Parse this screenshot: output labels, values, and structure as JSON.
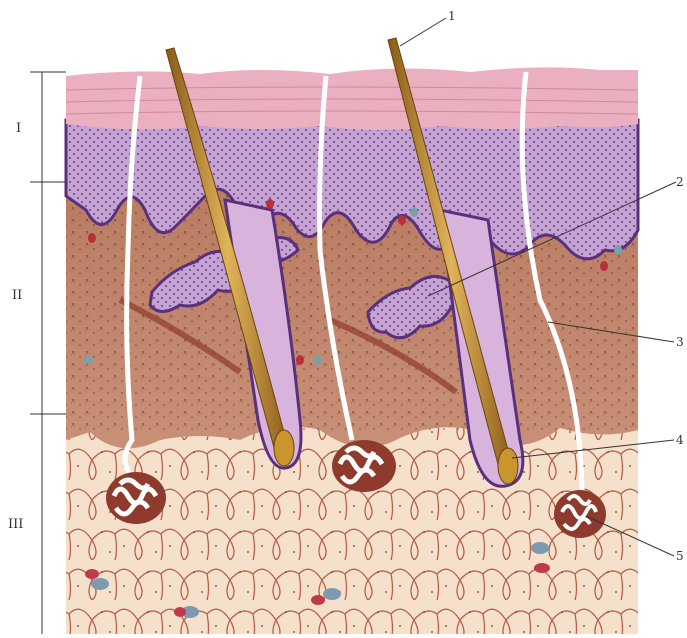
{
  "figure": {
    "layer_labels": [
      "I",
      "II",
      "III"
    ],
    "callout_labels": [
      "1",
      "2",
      "3",
      "4",
      "5"
    ],
    "colors": {
      "stratum_corneum": "#e8a8b8",
      "epidermis_basal": "#6a3f8c",
      "epidermis_spinous": "#b894c8",
      "dermis": "#c48a72",
      "hypodermis_fat": "#f4dcc8",
      "fat_septa": "#b8604a",
      "hair_shaft": "#b8862e",
      "sweat_duct": "#ffffff"
    }
  }
}
